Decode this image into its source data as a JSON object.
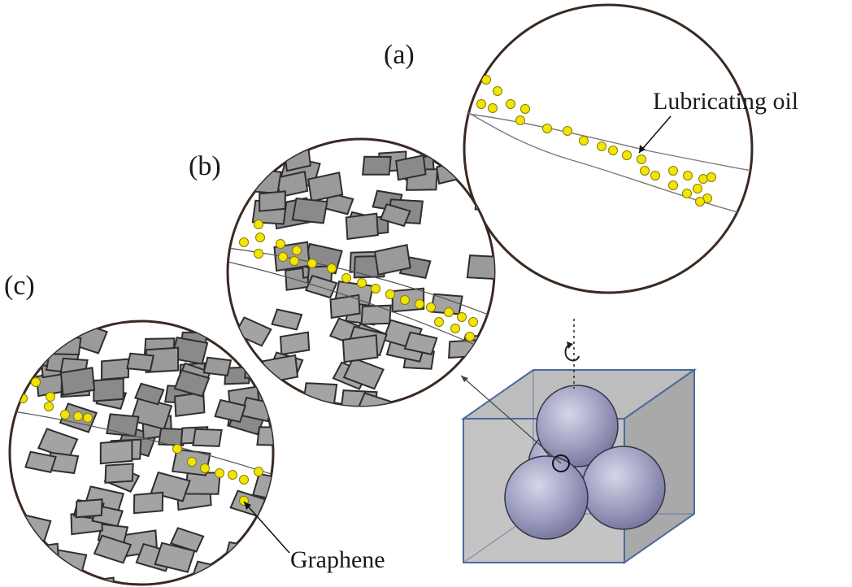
{
  "labels": {
    "panel_a": "(a)",
    "panel_b": "(b)",
    "panel_c": "(c)",
    "lubricating_oil": "Lubricating oil",
    "graphene": "Graphene"
  },
  "colors": {
    "oil_particle": "#f2e600",
    "graphene_flake": "#9d9d9d",
    "flake_edge": "#2e2e2e",
    "box_edge": "#4a6a9e",
    "box_fill": "#c2c2c2",
    "sphere": "#8f8fb6"
  },
  "icons": [
    "rotation-arrow-icon"
  ]
}
